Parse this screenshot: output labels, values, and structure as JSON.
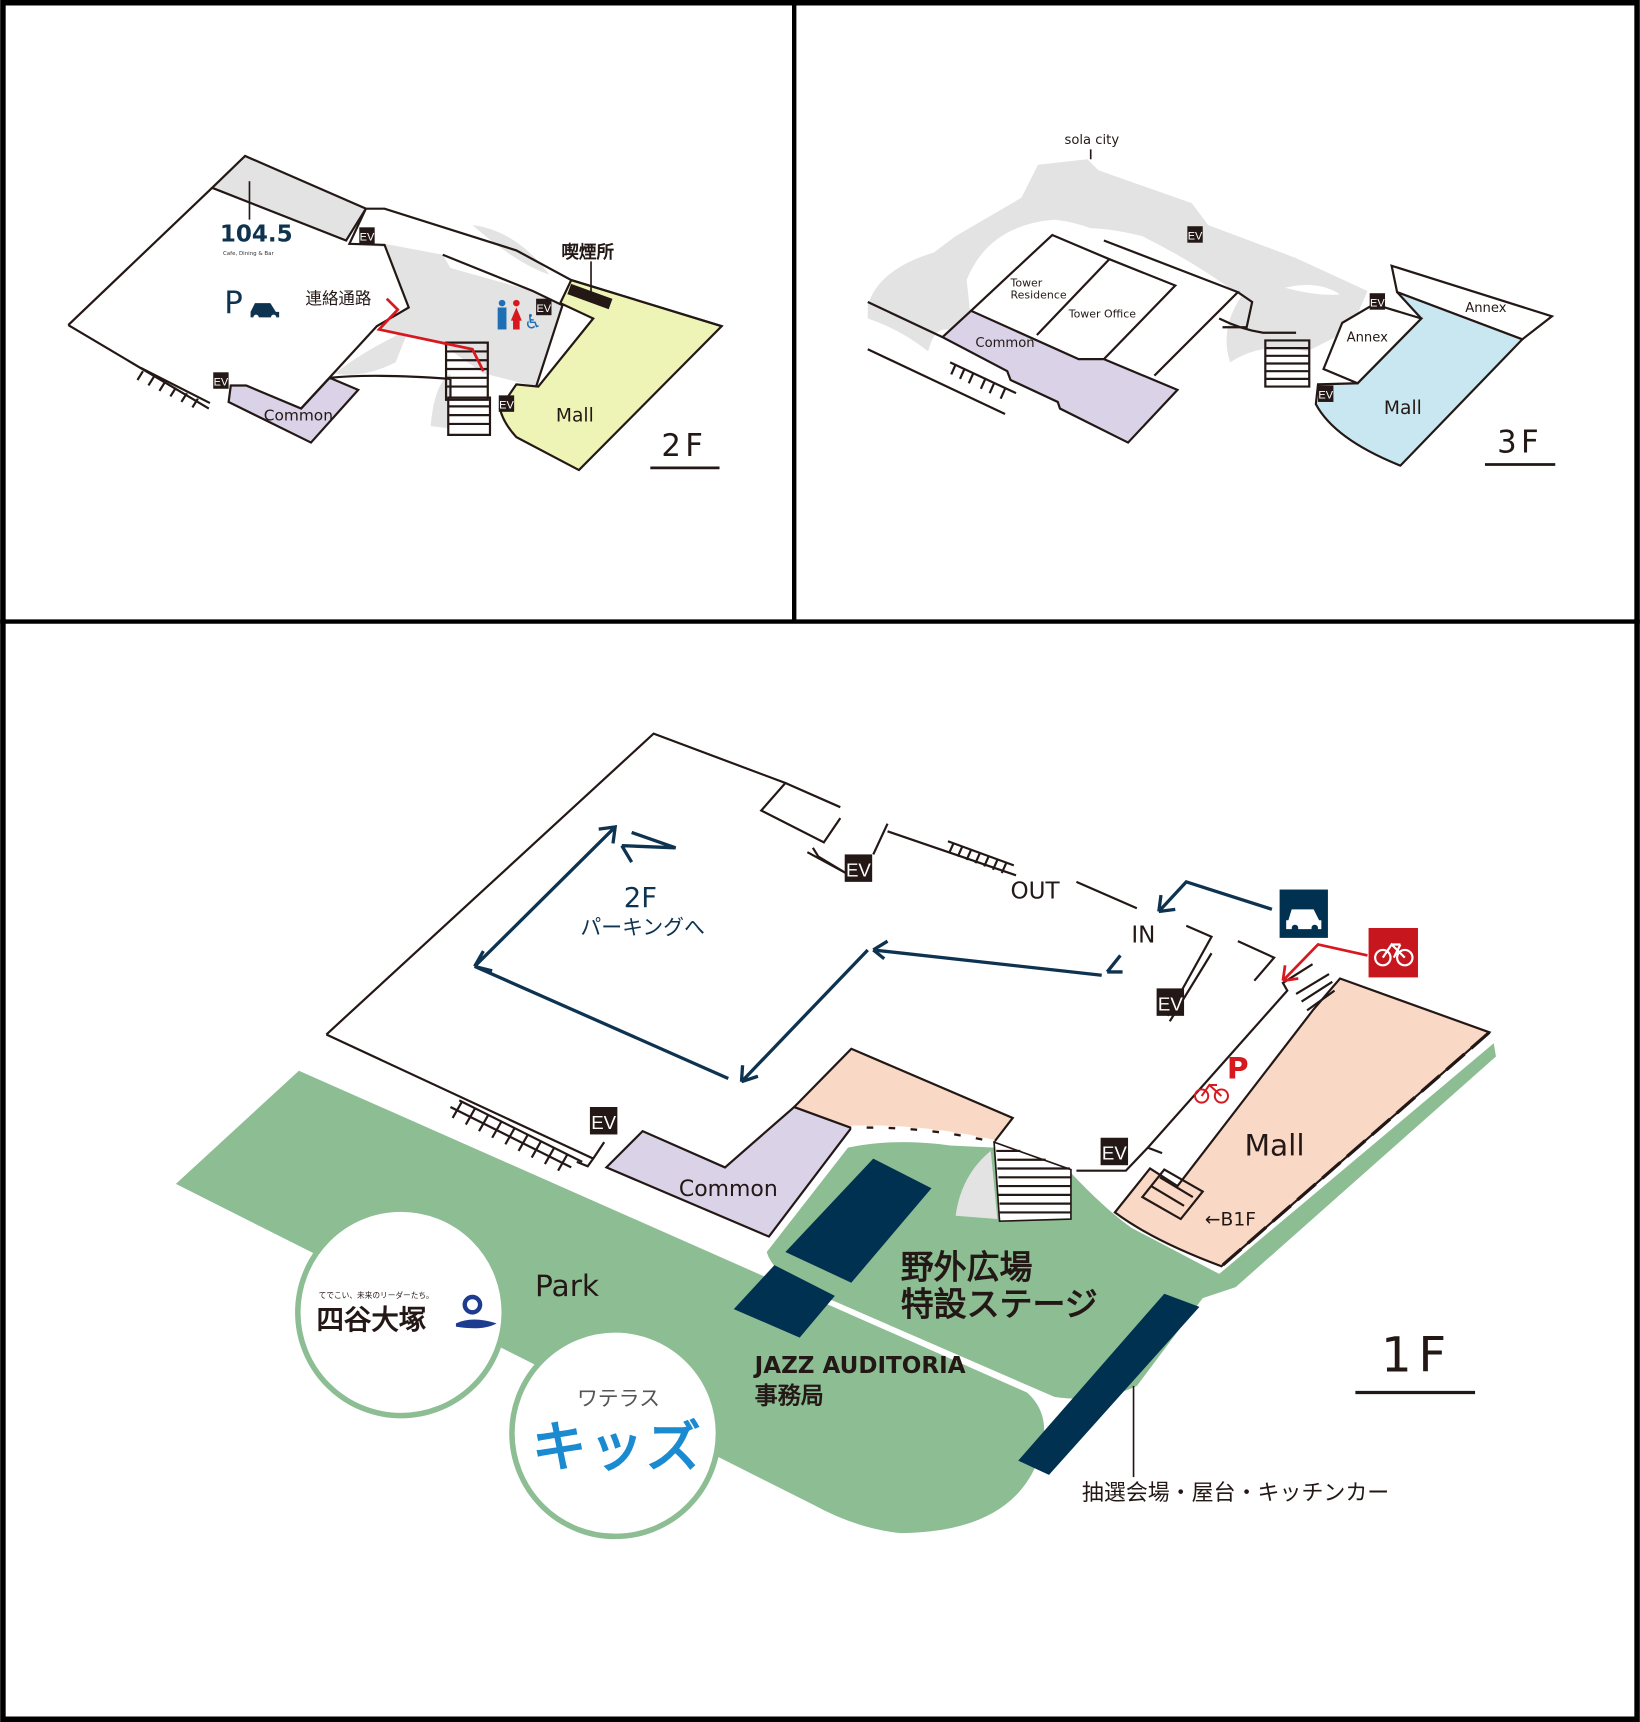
{
  "colors": {
    "park_green": "#8cbd93",
    "mall_pink": "#f9d9c6",
    "common_lavender": "#dad3e8",
    "mall_yellow": "#eef3b6",
    "mall_blue": "#c8e7f1",
    "corridor_grey": "#e3e3e3",
    "navy": "#003150",
    "red": "#d7191f"
  },
  "labels": {
    "ev": "EV"
  },
  "floor2": {
    "title": "2F",
    "cafe_name": "104.5",
    "cafe_sub": "Cafe, Dining & Bar",
    "parking": "P",
    "connector": "連絡通路",
    "smoking": "喫煙所",
    "common": "Common",
    "mall": "Mall"
  },
  "floor3": {
    "title": "3F",
    "sola_city": "sola city",
    "tower_residence_1": "Tower",
    "tower_residence_2": "Residence",
    "tower_office": "Tower Office",
    "common": "Common",
    "annex_inner": "Annex",
    "annex_outer": "Annex",
    "mall": "Mall"
  },
  "floor1": {
    "title": "1F",
    "to_2f": "2F",
    "to_2f_parking": "パーキングへ",
    "out": "OUT",
    "in": "IN",
    "bike_parking": "P",
    "mall": "Mall",
    "b1f": "←B1F",
    "common": "Common",
    "park": "Park",
    "stage_1": "野外広場",
    "stage_2": "特設ステージ",
    "jazz_1": "JAZZ AUDITORIA",
    "jazz_2": "事務局",
    "lottery": "抽選会場・屋台・キッチンカー",
    "logo_yotsuya_tagline": "てでこい、未来のリーダーたち。",
    "logo_yotsuya": "四谷大塚",
    "logo_waterras": "ワテラス",
    "logo_kids": "キッズ"
  }
}
